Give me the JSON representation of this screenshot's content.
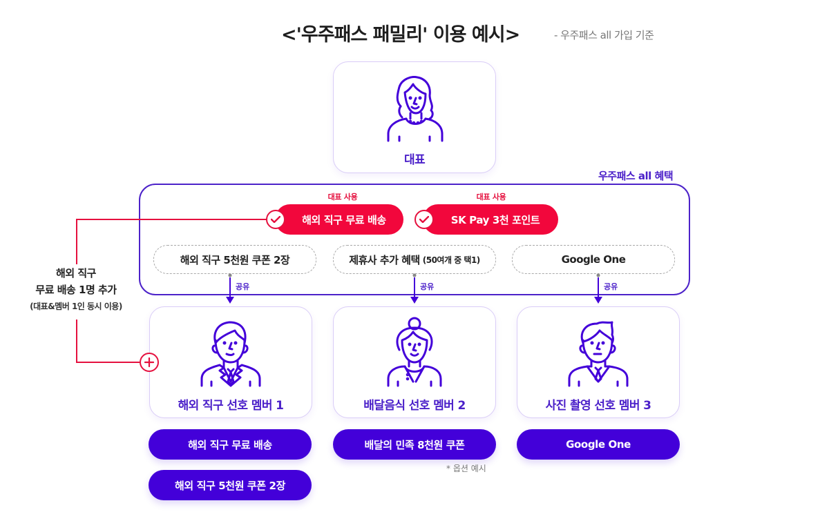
{
  "header": {
    "title": "<'우주패스 패밀리' 이용 예시>",
    "subtitle": "- 우주패스 all 가입 기준"
  },
  "representative": {
    "label": "대표",
    "icon": "woman-long-hair-avatar-icon"
  },
  "benefits_box": {
    "caption": "우주패스 all 혜택",
    "rep_use": [
      {
        "tag": "대표 사용",
        "label": "해외 직구 무료 배송",
        "icon": "check-circle-icon"
      },
      {
        "tag": "대표 사용",
        "label": "SK Pay 3천 포인트",
        "icon": "check-circle-icon"
      }
    ],
    "shared": [
      {
        "label": "해외 직구 5천원 쿠폰 2장",
        "note": "",
        "share_label": "공유"
      },
      {
        "label": "제휴사 추가 혜택",
        "note": "(50여개 중 택1)",
        "share_label": "공유"
      },
      {
        "label": "Google One",
        "note": "",
        "share_label": "공유"
      }
    ]
  },
  "side_note": {
    "line1": "해외 직구",
    "line2": "무료 배송 1명 추가",
    "line3": "(대표&멤버 1인 동시 이용)",
    "icon": "plus-circle-icon"
  },
  "members": [
    {
      "label": "해외 직구 선호 멤버 1",
      "icon": "man-suit-avatar-icon",
      "benefits": [
        "해외 직구 무료 배송",
        "해외 직구 5천원 쿠폰 2장"
      ]
    },
    {
      "label": "배달음식 선호 멤버 2",
      "icon": "woman-bun-avatar-icon",
      "benefits": [
        "배달의 민족 8천원 쿠폰"
      ]
    },
    {
      "label": "사진 촬영 선호 멤버 3",
      "icon": "man-sweater-avatar-icon",
      "benefits": [
        "Google One"
      ]
    }
  ],
  "option_note": "* 옵션 예시",
  "colors": {
    "purple": "#4300d9",
    "purple_text": "#4a1fc9",
    "red": "#f2073c",
    "card_border": "#d9ccf7"
  }
}
